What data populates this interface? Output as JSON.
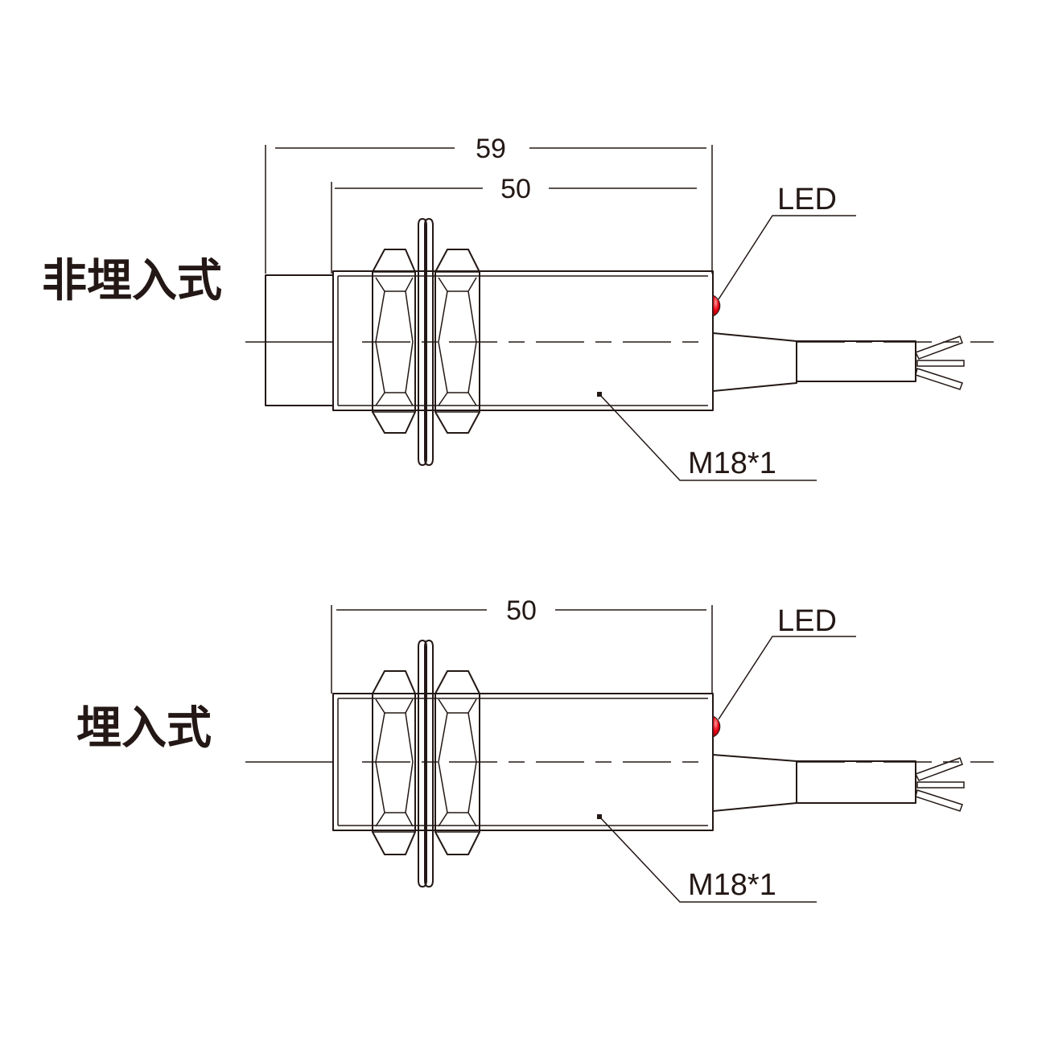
{
  "colors": {
    "line": "#231815",
    "led": "#e60012",
    "background": "#ffffff"
  },
  "top_view": {
    "title": "非埋入式",
    "dim_total": "59",
    "dim_body": "50",
    "led_label": "LED",
    "thread_label": "M18*1"
  },
  "bottom_view": {
    "title": "埋入式",
    "dim_body": "50",
    "led_label": "LED",
    "thread_label": "M18*1"
  }
}
